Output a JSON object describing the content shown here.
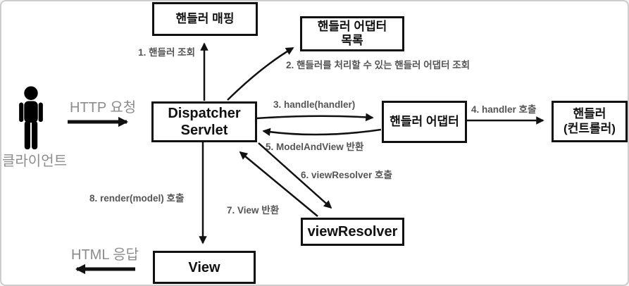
{
  "colors": {
    "frame_border": "#cdcdcd",
    "box_border": "#111111",
    "box_text": "#111111",
    "arrow": "#111111",
    "step_label": "#555555",
    "gray_label": "#8c8c8c"
  },
  "actor": {
    "label": "클라이언트"
  },
  "boxes": {
    "handler_mapping": {
      "label": "핸들러 매핑"
    },
    "handler_adapter_list": {
      "line1": "핸들러 어댑터",
      "line2": "목록"
    },
    "dispatcher_servlet": {
      "line1": "Dispatcher",
      "line2": "Servlet"
    },
    "handler_adapter": {
      "label": "핸들러 어댑터"
    },
    "handler_controller": {
      "line1": "핸들러",
      "line2": "(컨트롤러)"
    },
    "view_resolver": {
      "label": "viewResolver"
    },
    "view": {
      "label": "View"
    }
  },
  "labels": {
    "http_request": "HTTP 요청",
    "html_response": "HTML 응답",
    "step1": "1. 핸들러 조회",
    "step2": "2. 핸들러를 처리할 수 있는 핸들러 어댑터 조회",
    "step3": "3. handle(handler)",
    "step4": "4. handler 호출",
    "step5": "5. ModelAndView 반환",
    "step6": "6. viewResolver 호출",
    "step7": "7. View 반환",
    "step8": "8. render(model) 호출"
  }
}
